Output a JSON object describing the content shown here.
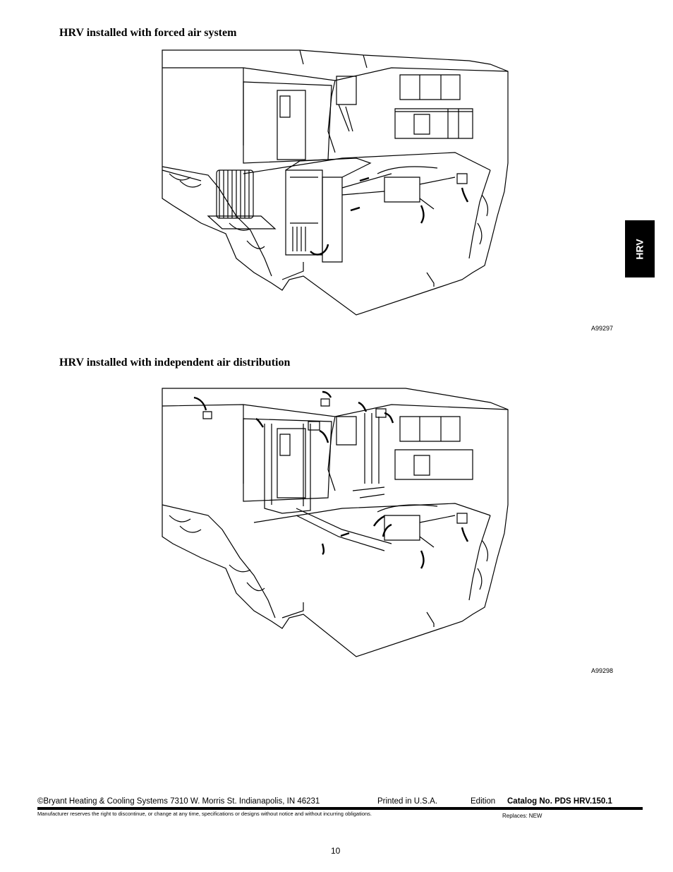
{
  "side_tab": {
    "label": "HRV"
  },
  "figure1": {
    "heading": "HRV installed with forced air system",
    "code": "A99297"
  },
  "figure2": {
    "heading": "HRV installed with independent air distribution",
    "code": "A99298"
  },
  "footer": {
    "copyright": "©Bryant Heating & Cooling Systems  7310 W. Morris St.  Indianapolis, IN  46231",
    "printed": "Printed in U.S.A.",
    "edition": "Edition",
    "catalog": "Catalog No. PDS HRV.150.1",
    "disclaimer": "Manufacturer reserves the right to discontinue, or change at any time, specifications or designs without notice and without incurring obligations.",
    "replaces": "Replaces: NEW"
  },
  "page_number": "10"
}
